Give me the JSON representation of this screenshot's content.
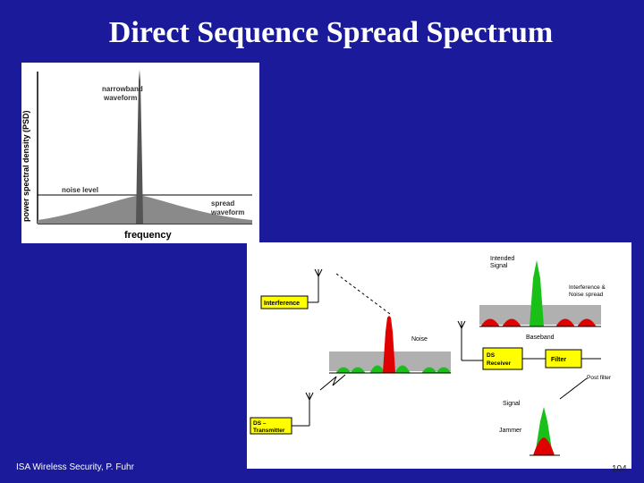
{
  "slide": {
    "title": "Direct Sequence Spread Spectrum",
    "footer": "ISA Wireless Security, P. Fuhr",
    "page_number": "104"
  },
  "psd_figure": {
    "y_axis_label": "power spectral density (PSD)",
    "x_axis_label": "frequency",
    "narrowband_label_line1": "narrowband",
    "narrowband_label_line2": "waveform",
    "noise_level_label": "noise level",
    "spread_label_line1": "spread",
    "spread_label_line2": "waveform",
    "colors": {
      "curve_fill": "#8a8a8a",
      "narrowband_fill": "#555555",
      "axis": "#000000"
    }
  },
  "ds_diagram": {
    "intended_signal_line1": "Intended",
    "intended_signal_line2": "Signal",
    "interference_noise_line1": "Interference &",
    "interference_noise_line2": "Noise spread",
    "interference_box": "Interference",
    "noise_label": "Noise",
    "baseband_label": "Baseband",
    "ds_receiver_line1": "DS",
    "ds_receiver_line2": "Receiver",
    "filter_box": "Filter",
    "post_filter_label": "Post filter",
    "signal_label": "Signal",
    "jammer_label": "Jammer",
    "ds_transmitter_line1": "DS –",
    "ds_transmitter_line2": "Transmitter",
    "colors": {
      "box_fill": "#ffff00",
      "signal": "#18c018",
      "jammer": "#e00000",
      "noise": "#b0b0b0"
    }
  }
}
